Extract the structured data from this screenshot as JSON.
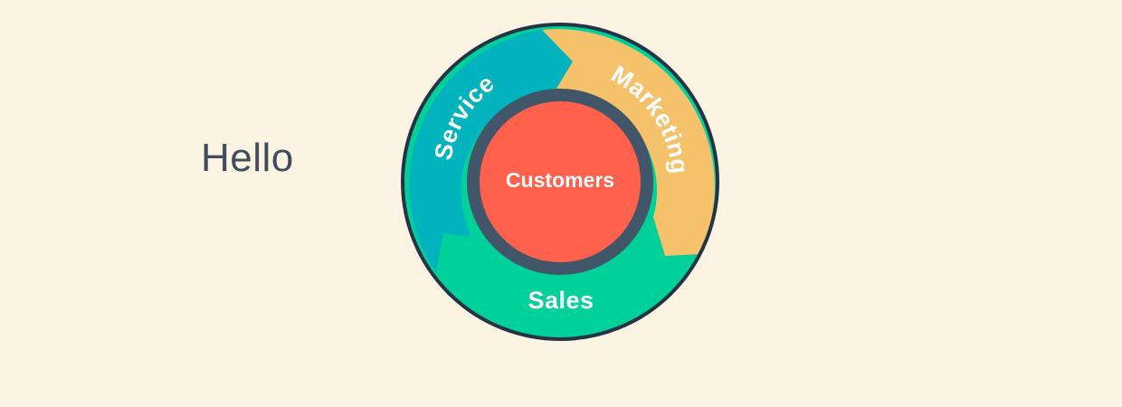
{
  "greeting": {
    "text": "Hello"
  },
  "flywheel": {
    "center": {
      "label": "Customers",
      "color": "#ff614d"
    },
    "segments": [
      {
        "key": "marketing",
        "label": "Marketing",
        "color": "#f5c26b"
      },
      {
        "key": "sales",
        "label": "Sales",
        "color": "#00d19a"
      },
      {
        "key": "service",
        "label": "Service",
        "color": "#00b3bd"
      }
    ],
    "ring_color": "#42566a",
    "outline_color": "#253445"
  }
}
